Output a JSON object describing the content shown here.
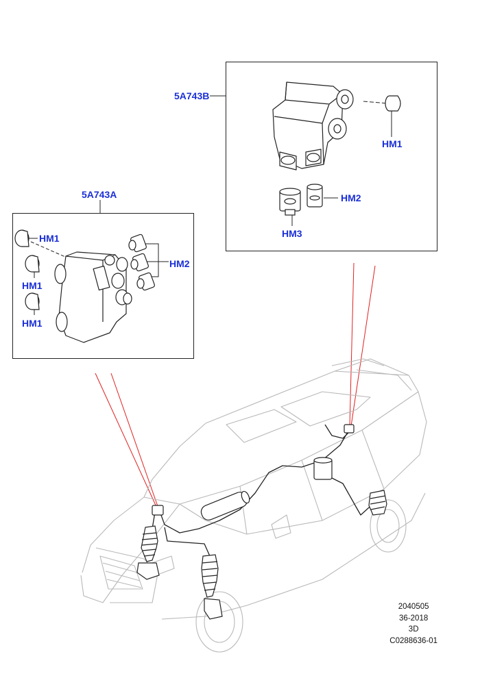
{
  "parts": {
    "upper_kit": {
      "part_number": "5A743B",
      "labels": {
        "hm1": "HM1",
        "hm2": "HM2",
        "hm3": "HM3"
      }
    },
    "lower_kit": {
      "part_number": "5A743A",
      "labels": {
        "hm1_top": "HM1",
        "hm1_mid": "HM1",
        "hm1_bottom": "HM1",
        "hm2": "HM2"
      }
    }
  },
  "drawing_info": {
    "line1": "2040505",
    "line2": "36-2018",
    "line3": "3D",
    "line4": "C0288636-01"
  },
  "colors": {
    "callout_text": "#1a2fd6",
    "leader_red": "#e02020",
    "outline": "#222222",
    "vehicle_outline": "#b8b8b8"
  }
}
